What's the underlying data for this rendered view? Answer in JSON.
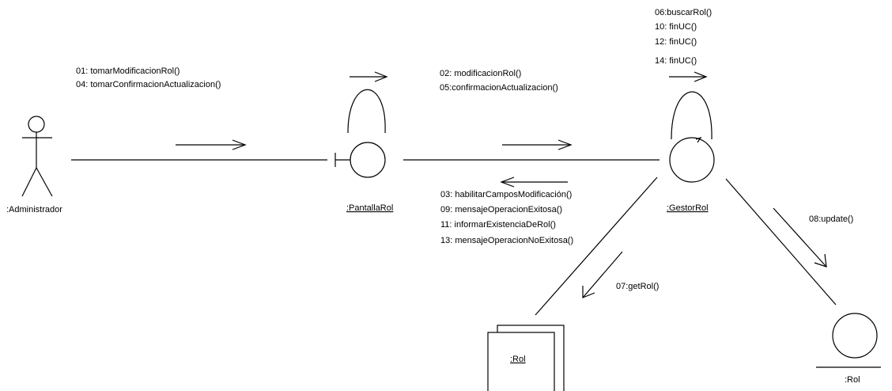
{
  "actor": {
    "label": ":Administrador"
  },
  "pantalla": {
    "label": ":PantallaRol"
  },
  "gestor": {
    "label": ":GestorRol"
  },
  "rol_collection": {
    "label": ":Rol"
  },
  "rol_entity": {
    "label": ":Rol"
  },
  "msgs_actor_to_pantalla": [
    "01: tomarModificacionRol()",
    "04: tomarConfirmacionActualizacion()"
  ],
  "msgs_pantalla_to_gestor": [
    "02: modificacionRol()",
    "05:confirmacionActualizacion()"
  ],
  "msgs_gestor_self": [
    "06:buscarRol()",
    "10: finUC()",
    "12: finUC()",
    "14: finUC()"
  ],
  "msgs_gestor_to_pantalla": [
    "03: habilitarCamposModificación()",
    "09: mensajeOperacionExitosa()",
    "11: informarExistenciaDeRol()",
    "13: mensajeOperacionNoExitosa()"
  ],
  "msg_gestor_to_rol_collection": "07:getRol()",
  "msg_gestor_to_rol_entity": "08:update()"
}
